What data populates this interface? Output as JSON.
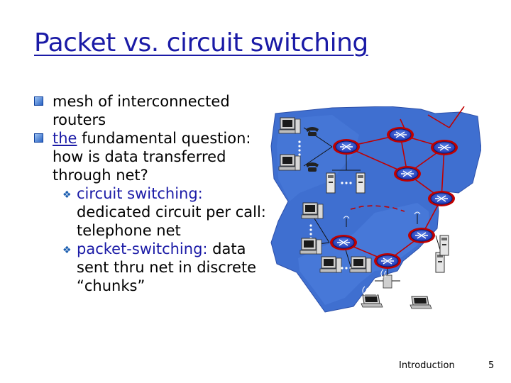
{
  "slide": {
    "title": "Packet vs. circuit switching",
    "bullets": [
      {
        "text": "mesh of interconnected routers"
      },
      {
        "emph": "the",
        "text": " fundamental question: how is data transferred through net?",
        "sub": [
          {
            "term": "circuit switching:",
            "text": " dedicated circuit per call: telephone net"
          },
          {
            "term": "packet-switching:",
            "text": " data sent thru net in discrete “chunks”"
          }
        ]
      }
    ],
    "footer_label": "Introduction",
    "page_number": "5"
  },
  "colors": {
    "title": "#1a1aa6",
    "bullet_term": "#1a1aa6",
    "cloud": "#3f6fd0",
    "router": "#2b44c8",
    "router_ring": "#c00000",
    "link": "#c00000"
  }
}
